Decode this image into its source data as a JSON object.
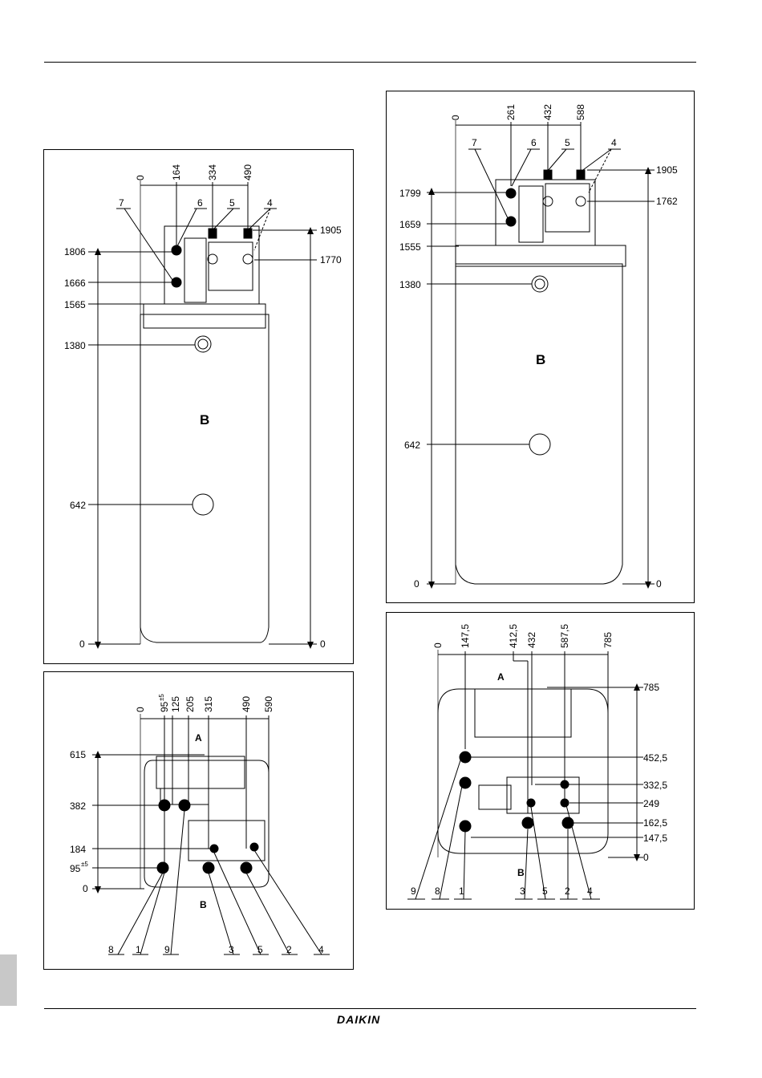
{
  "brand": "DAIKIN",
  "panel_front_left": {
    "label_tank": "B",
    "top_dims": [
      "0",
      "164",
      "334",
      "490"
    ],
    "callouts": [
      "7",
      "6",
      "5",
      "4"
    ],
    "left_dims": [
      "1806",
      "1666",
      "1565",
      "1380",
      "642",
      "0"
    ],
    "right_dims": [
      "1905",
      "1770",
      "0"
    ]
  },
  "panel_front_right": {
    "label_tank": "B",
    "top_dims": [
      "0",
      "261",
      "432",
      "588"
    ],
    "callouts": [
      "7",
      "6",
      "5",
      "4"
    ],
    "left_dims": [
      "1799",
      "1659",
      "1555",
      "1380",
      "642",
      "0"
    ],
    "right_dims": [
      "1905",
      "1762",
      "0"
    ]
  },
  "panel_top_left": {
    "label_a": "A",
    "label_b": "B",
    "top_dims": [
      "0",
      "95",
      "125",
      "205",
      "315",
      "490",
      "590"
    ],
    "top_dim_superscript": "±5",
    "left_dims": [
      "615",
      "382",
      "184",
      "95",
      "0"
    ],
    "left_dim_superscript": "±5",
    "bottom_callouts": [
      "8",
      "1",
      "9",
      "3",
      "5",
      "2",
      "4"
    ]
  },
  "panel_top_right": {
    "label_a": "A",
    "label_b": "B",
    "top_dims": [
      "0",
      "147,5",
      "412,5",
      "432",
      "587,5",
      "785"
    ],
    "right_dims": [
      "785",
      "452,5",
      "332,5",
      "249",
      "162,5",
      "147,5",
      "0"
    ],
    "bottom_callouts": [
      "9",
      "8",
      "1",
      "3",
      "5",
      "2",
      "4"
    ]
  }
}
